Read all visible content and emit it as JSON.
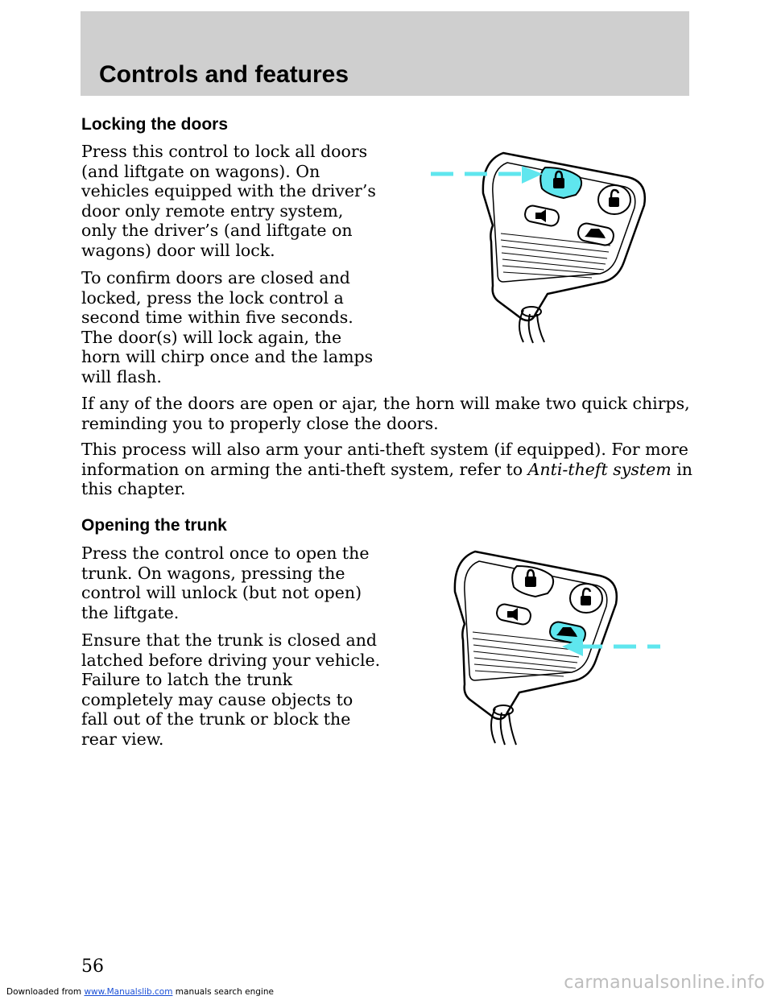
{
  "header": {
    "title": "Controls and features"
  },
  "sections": [
    {
      "heading": "Locking the doors",
      "paragraphs": [
        "Press this control to lock all doors (and liftgate on wagons). On vehicles equipped with the driver’s door only remote entry system, only the driver’s (and liftgate on wagons) door will lock.",
        "To confirm doors are closed and locked, press the lock control a second time within five seconds. The door(s) will lock again, the horn will chirp once and the lamps will flash.",
        "If any of the doors are open or ajar, the horn will make two quick chirps, reminding you to properly close the doors."
      ],
      "antitheft": {
        "before": "This process will also arm your anti-theft system (if equipped). For more information on arming the anti-theft system, refer to ",
        "link": "Anti-theft system",
        "after": " in this chapter."
      }
    },
    {
      "heading": "Opening the trunk",
      "paragraphs": [
        "Press the control once to open the trunk. On wagons, pressing the control will unlock (but not open) the liftgate.",
        "Ensure that the trunk is closed and latched before driving your vehicle. Failure to latch the trunk completely may cause objects to fall out of the trunk or block the rear view."
      ]
    }
  ],
  "illustrations": {
    "lock_figure": {
      "highlighted_button": "lock-button",
      "icon": "keyfob-icon"
    },
    "trunk_figure": {
      "highlighted_button": "trunk-button",
      "icon": "keyfob-icon"
    },
    "highlight_color": "#5fe6ee"
  },
  "page_number": "56",
  "footer": {
    "prefix": "Downloaded from ",
    "link": "www.Manualslib.com",
    "suffix": " manuals search engine"
  },
  "watermark": "carmanualsonline.info"
}
